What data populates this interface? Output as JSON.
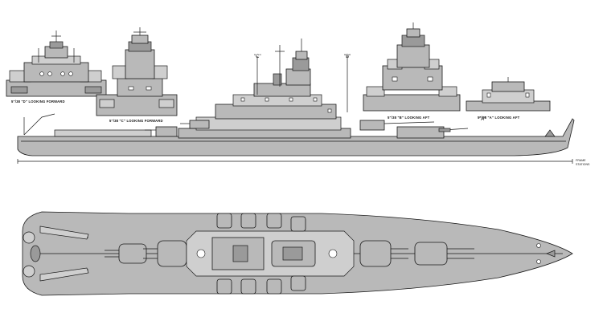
{
  "views": {
    "section_d": "5\"/38 \"D\" LOOKING FORWARD",
    "section_c": "5\"/38 \"C\" LOOKING FORWARD",
    "section_b": "5\"/38 \"B\" LOOKING AFT",
    "section_a": "5\"/38 \"A\" LOOKING AFT"
  },
  "markers": {
    "c": "\"C\"",
    "b": "\"B\"",
    "a": "\"A\""
  },
  "scale_note": {
    "line1": "FRAME",
    "line2": "STATIONS"
  }
}
